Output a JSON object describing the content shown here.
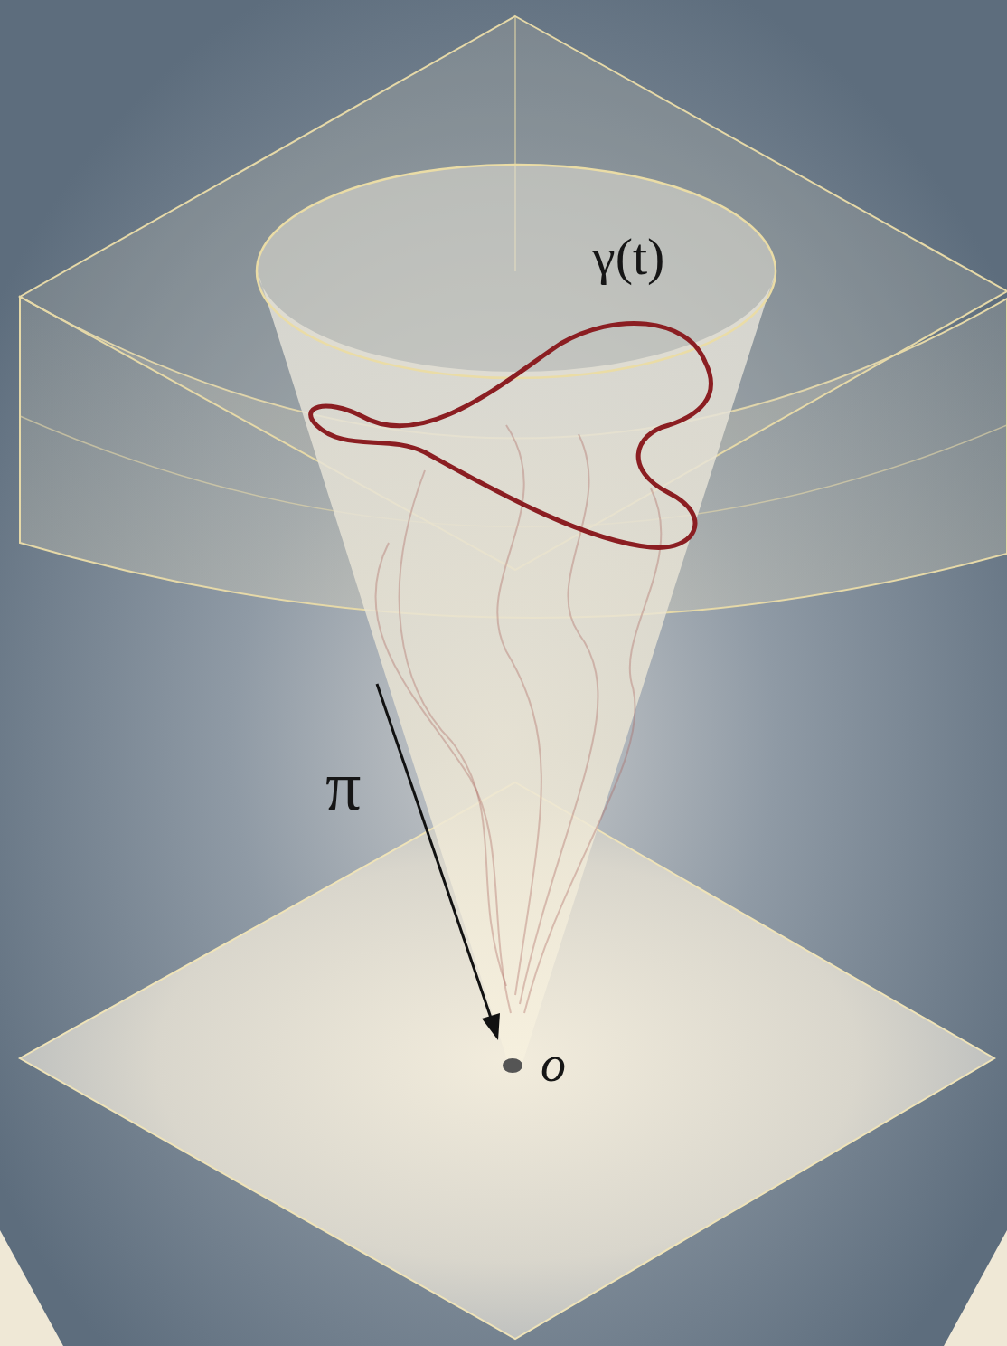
{
  "diagram": {
    "labels": [
      "γ(t)",
      "π",
      "o"
    ]
  }
}
